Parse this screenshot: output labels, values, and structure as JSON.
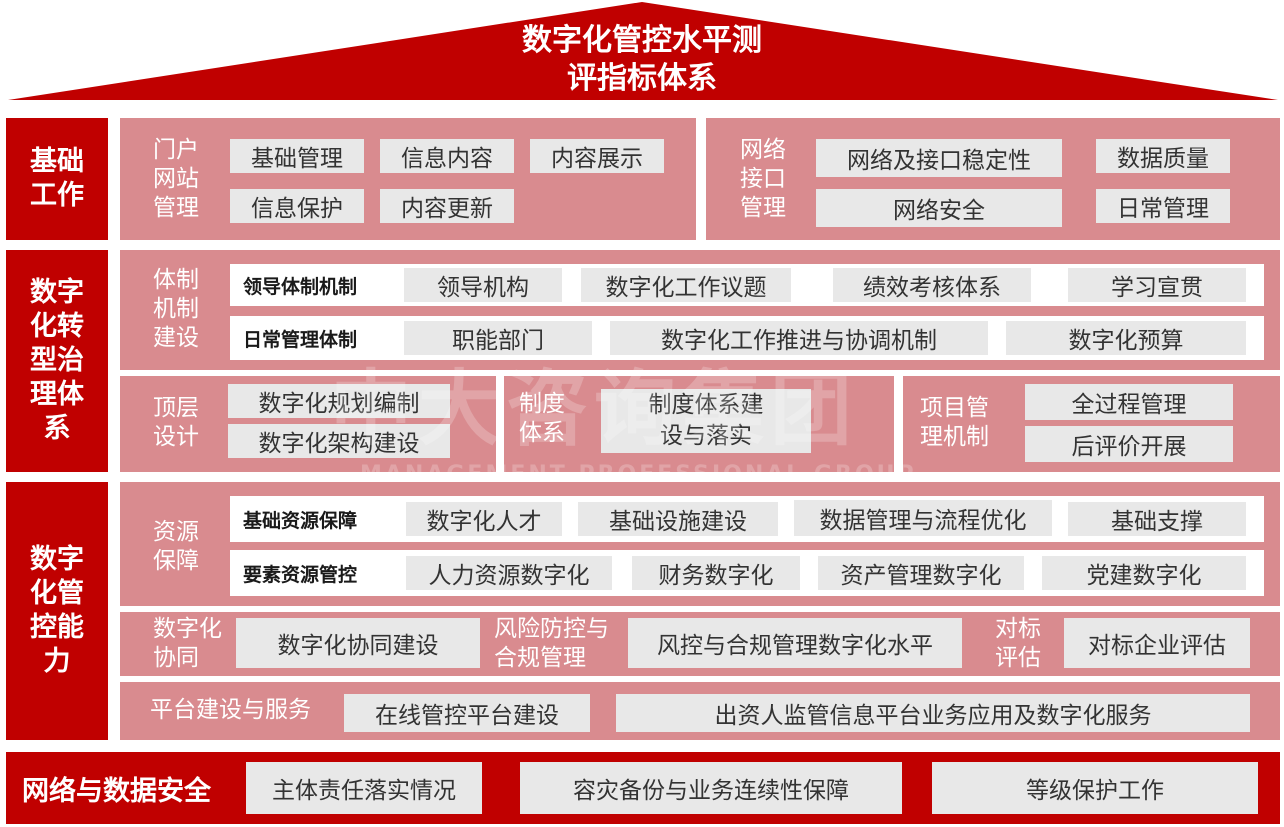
{
  "title": "数字化管控水平测\n评指标体系",
  "watermark": {
    "brand": "中大咨询集团",
    "sub": "MANAGEMENT PROFESSIONAL GROUP"
  },
  "sections": {
    "basic": {
      "label": "基础\n工作",
      "portal": {
        "label": "门户\n网站\n管理",
        "items": [
          "基础管理",
          "信息内容",
          "内容展示",
          "信息保护",
          "内容更新"
        ]
      },
      "network": {
        "label": "网络\n接口\n管理",
        "items": [
          "网络及接口稳定性",
          "数据质量",
          "网络安全",
          "日常管理"
        ]
      }
    },
    "governance": {
      "label": "数字\n化转\n型治\n理体\n系",
      "system": {
        "label": "体制\n机制\n建设",
        "row1": {
          "label": "领导体制机制",
          "items": [
            "领导机构",
            "数字化工作议题",
            "绩效考核体系",
            "学习宣贯"
          ]
        },
        "row2": {
          "label": "日常管理体制",
          "items": [
            "职能部门",
            "数字化工作推进与协调机制",
            "数字化预算"
          ]
        }
      },
      "top": {
        "label": "顶层\n设计",
        "items": [
          "数字化规划编制",
          "数字化架构建设"
        ]
      },
      "rules": {
        "label": "制度\n体系",
        "item": "制度体系建\n设与落实"
      },
      "project": {
        "label": "项目管\n理机制",
        "items": [
          "全过程管理",
          "后评价开展"
        ]
      }
    },
    "capability": {
      "label": "数字\n化管\n控能\n力",
      "resource": {
        "label": "资源\n保障",
        "row1": {
          "label": "基础资源保障",
          "items": [
            "数字化人才",
            "基础设施建设",
            "数据管理与流程优化",
            "基础支撑"
          ]
        },
        "row2": {
          "label": "要素资源管控",
          "items": [
            "人力资源数字化",
            "财务数字化",
            "资产管理数字化",
            "党建数字化"
          ]
        }
      },
      "collab": {
        "label": "数字化\n协同",
        "item": "数字化协同建设"
      },
      "risk": {
        "label": "风险防控与\n合规管理",
        "item": "风控与合规管理数字化水平"
      },
      "benchmark": {
        "label": "对标\n评估",
        "item": "对标企业评估"
      },
      "platform": {
        "label": "平台建设与服务",
        "items": [
          "在线管控平台建设",
          "出资人监管信息平台业务应用及数字化服务"
        ]
      }
    },
    "security": {
      "label": "网络与数据安全",
      "items": [
        "主体责任落实情况",
        "容灾备份与业务连续性保障",
        "等级保护工作"
      ]
    }
  },
  "colors": {
    "red": "#c00000",
    "panel": "#d98b8f",
    "box": "#e8e8e8"
  }
}
